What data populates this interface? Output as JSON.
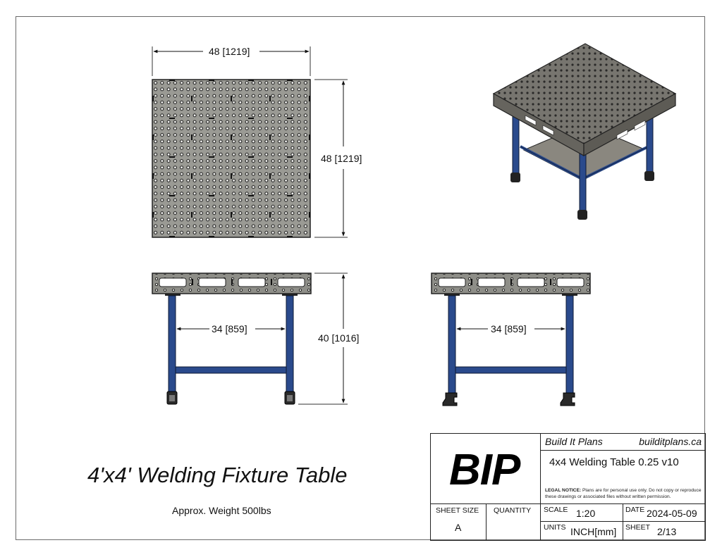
{
  "drawing": {
    "title": "4'x4' Welding Fixture Table",
    "subtitle": "Approx. Weight 500lbs"
  },
  "views": {
    "top": {
      "width_dim": "48 [1219]",
      "depth_dim": "48 [1219]",
      "hole_grid": "24x24"
    },
    "front": {
      "leg_spacing_dim": "34 [859]",
      "height_dim": "40 [1016]"
    },
    "side": {
      "leg_spacing_dim": "34 [859]"
    },
    "isometric": {
      "label": "isometric-view"
    }
  },
  "colors": {
    "plate": "#8e8e88",
    "plate_dark": "#55554f",
    "leg_blue": "#2a4a8c",
    "leg_outline": "#0d1a33",
    "shelf": "#8a877f",
    "border": "#6a6a6a"
  },
  "title_block": {
    "logo": "BIP",
    "company": "Build It Plans",
    "website": "builditplans.ca",
    "drawing_name": "4x4 Welding Table 0.25 v10",
    "legal_label": "LEGAL NOTICE:",
    "legal_text": "Plans are for personal use only. Do not copy or reproduce these drawings or associated files without written permission.",
    "sheet_size_label": "SHEET SIZE",
    "sheet_size": "A",
    "quantity_label": "QUANTITY",
    "quantity": "",
    "scale_label": "SCALE",
    "scale": "1:20",
    "date_label": "DATE",
    "date": "2024-05-09",
    "units_label": "UNITS",
    "units": "INCH[mm]",
    "sheet_label": "SHEET",
    "sheet": "2/13"
  }
}
